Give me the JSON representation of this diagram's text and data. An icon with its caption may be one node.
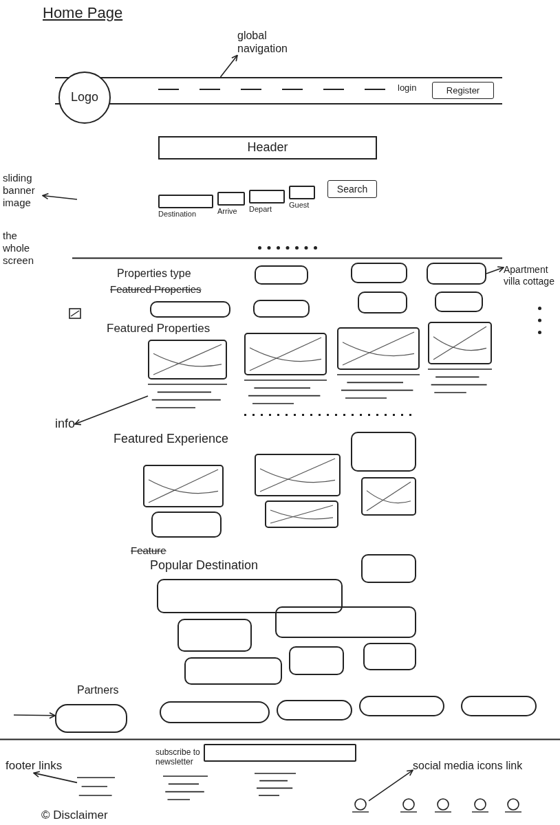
{
  "diagram": {
    "title": "Home Page",
    "nodes": [
      {
        "text": [
          "global navigation"
        ]
      },
      {
        "text": [],
        "shape": "bar"
      },
      {
        "text": [
          "Logo"
        ]
      },
      {
        "text": [
          "Register"
        ],
        "in": 1
      },
      {
        "text": [
          "Header"
        ]
      },
      {
        "text": [
          "sliding banner image",
          "the whole screen"
        ]
      },
      {
        "text": [],
        "shape": "box",
        "beside": [
          "Destination"
        ]
      },
      {
        "text": [],
        "shape": "box",
        "beside": [
          "Arrive"
        ]
      },
      {
        "text": [],
        "shape": "box",
        "beside": [
          "Depart"
        ]
      },
      {
        "text": [],
        "shape": "box",
        "beside": [
          "Guest"
        ]
      },
      {
        "text": [
          "Search"
        ]
      },
      {
        "text": [],
        "shape": "box"
      },
      {
        "text": [],
        "shape": "box"
      },
      {
        "text": [],
        "shape": "box"
      },
      {
        "text": [],
        "shape": "box"
      },
      {
        "text": [],
        "shape": "box"
      },
      {
        "text": [],
        "shape": "box"
      },
      {
        "text": [],
        "shape": "box"
      },
      {
        "text": [
          "Apartment villa cottage"
        ]
      },
      {
        "text": [],
        "shape": "picture"
      },
      {
        "text": [],
        "shape": "picture"
      },
      {
        "text": [],
        "shape": "picture"
      },
      {
        "text": [],
        "shape": "picture"
      },
      {
        "text": [],
        "shape": "lines"
      },
      {
        "text": [],
        "shape": "lines"
      },
      {
        "text": [],
        "shape": "lines"
      },
      {
        "text": [],
        "shape": "lines"
      },
      {
        "text": [
          "info"
        ]
      },
      {
        "text": [],
        "shape": "picture"
      },
      {
        "text": [],
        "shape": "box"
      },
      {
        "text": [],
        "shape": "picture"
      },
      {
        "text": [],
        "shape": "picture"
      },
      {
        "text": [],
        "shape": "box"
      },
      {
        "text": [],
        "shape": "picture"
      },
      {
        "text": [],
        "shape": "box"
      },
      {
        "text": [],
        "shape": "box"
      },
      {
        "text": [],
        "shape": "box"
      },
      {
        "text": [],
        "shape": "box"
      },
      {
        "text": [],
        "shape": "box"
      },
      {
        "text": [],
        "shape": "box"
      },
      {
        "text": [],
        "shape": "box"
      },
      {
        "text": [],
        "shape": "box"
      },
      {
        "text": [],
        "shape": "box"
      },
      {
        "text": [],
        "shape": "box"
      },
      {
        "text": [],
        "shape": "box"
      },
      {
        "text": [],
        "shape": "box"
      },
      {
        "text": [],
        "shape": "box",
        "beside": [
          "subscribe to newsletter"
        ]
      },
      {
        "text": [
          "footer links"
        ]
      },
      {
        "text": [],
        "shape": "lines"
      },
      {
        "text": [],
        "shape": "lines"
      },
      {
        "text": [],
        "shape": "lines"
      },
      {
        "text": [
          "social media icons link"
        ]
      },
      {
        "text": [],
        "shape": "circle"
      },
      {
        "text": [],
        "shape": "circle"
      },
      {
        "text": [],
        "shape": "circle"
      },
      {
        "text": [],
        "shape": "circle"
      },
      {
        "text": [],
        "shape": "circle"
      }
    ],
    "edges": [
      {
        "from": 1,
        "to": 0,
        "arrow": "to"
      },
      {
        "from": null,
        "to": 5,
        "arrow": "to"
      },
      {
        "from": 13,
        "to": 18,
        "arrow": "to"
      },
      {
        "from": 23,
        "to": 27,
        "arrow": "to"
      },
      {
        "from": null,
        "to": 41,
        "arrow": "to"
      },
      {
        "from": 48,
        "to": 47,
        "arrow": "to"
      },
      {
        "from": 52,
        "to": 51,
        "arrow": "to"
      }
    ],
    "labels": [
      "login",
      "Properties type",
      "Featured Properties",
      "Featured Properties",
      "Featured Experience",
      "Feature",
      "Popular Destination",
      "Partners",
      "© Disclaimer"
    ]
  }
}
